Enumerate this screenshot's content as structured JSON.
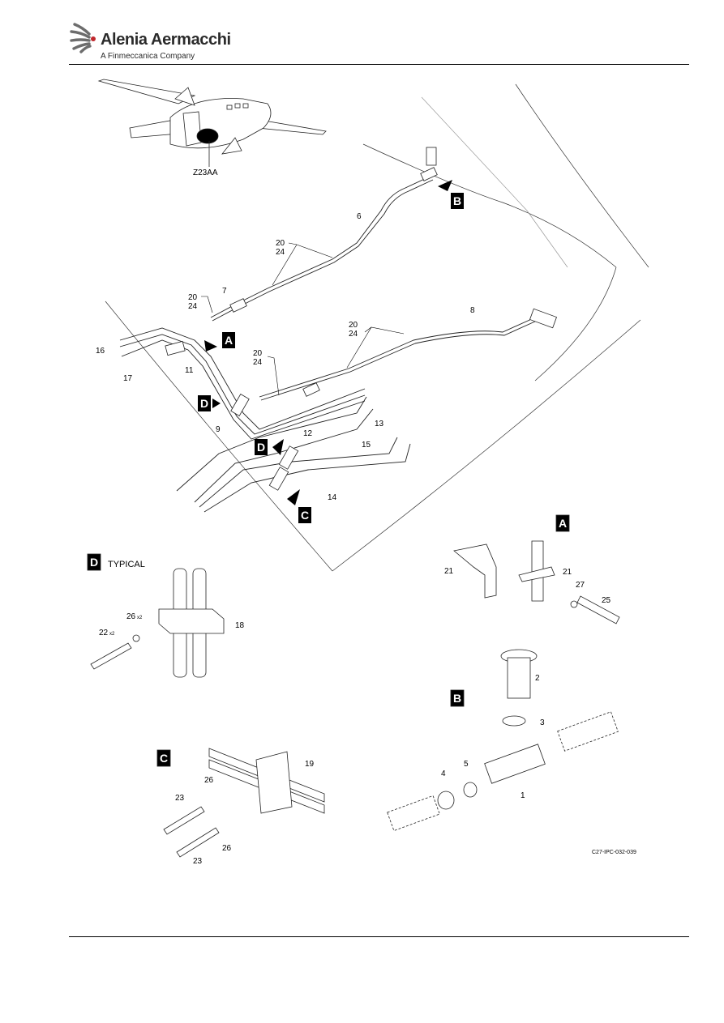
{
  "header": {
    "brand": "Alenia Aermacchi",
    "brand_sub": "A Finmeccanica Company"
  },
  "figure": {
    "zone_label": "Z23AA",
    "drawing_id": "C27-IPC-032-039",
    "callout_letters": {
      "A": "A",
      "B": "B",
      "C": "C",
      "D": "D"
    },
    "detail_D_caption": "TYPICAL",
    "items": {
      "i1": "1",
      "i2": "2",
      "i3": "3",
      "i4": "4",
      "i5": "5",
      "i6": "6",
      "i7": "7",
      "i8": "8",
      "i9": "9",
      "i11": "11",
      "i12": "12",
      "i13": "13",
      "i14": "14",
      "i15": "15",
      "i16": "16",
      "i17": "17",
      "i18": "18",
      "i19": "19",
      "i20": "20",
      "i21": "21",
      "i22": "22",
      "i23": "23",
      "i24": "24",
      "i25": "25",
      "i26": "26",
      "i27": "27"
    },
    "qty_x2": "x2"
  }
}
